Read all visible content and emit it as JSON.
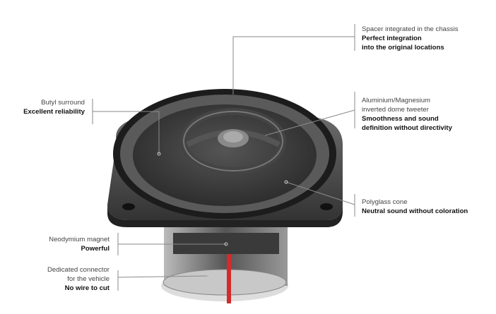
{
  "callouts": {
    "spacer": {
      "title": "Spacer integrated in the chassis",
      "bold": [
        "Perfect integration",
        "into the original locations"
      ]
    },
    "tweeter": {
      "title": [
        "Aluminium/Magnesium",
        "inverted dome tweeter"
      ],
      "bold": [
        "Smoothness and sound",
        "definition without directivity"
      ]
    },
    "cone": {
      "title": "Polyglass cone",
      "bold": [
        "Neutral sound without coloration"
      ]
    },
    "surround": {
      "title": "Butyl surround",
      "bold": [
        "Excellent reliability"
      ]
    },
    "magnet": {
      "title": "Neodymium magnet",
      "bold": [
        "Powerful"
      ]
    },
    "connector": {
      "title": [
        "Dedicated connector",
        "for the vehicle"
      ],
      "bold": [
        "No wire to cut"
      ]
    }
  },
  "colors": {
    "leader": "#8a8a8a",
    "wire": "#d42a2a"
  }
}
